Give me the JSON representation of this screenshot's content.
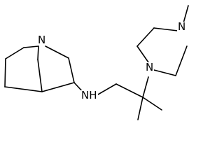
{
  "molecule": {
    "atoms": {
      "quinuclidine_nitrogen": "N",
      "amine": "NH",
      "piperazine_n_upper": "N",
      "piperazine_n_lower": "N"
    }
  },
  "colors": {
    "bond": "#000000",
    "label": "#000000",
    "background": "#ffffff"
  }
}
